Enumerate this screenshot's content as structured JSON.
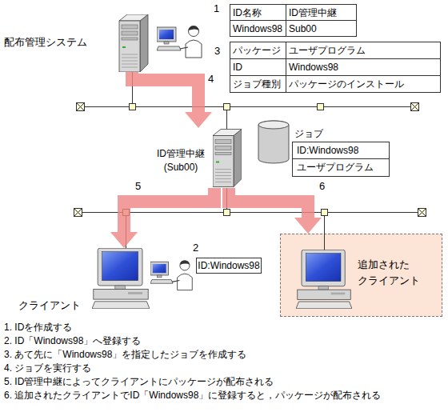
{
  "diagram": {
    "nodes": [
      {
        "text": [
          "配布管理システム"
        ]
      },
      {
        "text": [
          "ID管理中継 (Sub00)"
        ]
      },
      {
        "text": [
          "ジョブ"
        ]
      },
      {
        "text": [
          "ID:Windows98",
          "ユーザプログラム"
        ]
      },
      {
        "text": [
          "クライアント"
        ]
      },
      {
        "text": [
          "ID:Windows98"
        ]
      },
      {
        "text": [
          "追加された クライアント"
        ]
      }
    ],
    "edges": [
      {
        "from": 0,
        "to": 1,
        "arrow": "to",
        "label": "4"
      },
      {
        "from": 1,
        "to": 4,
        "arrow": "to",
        "label": "5"
      },
      {
        "from": 1,
        "to": 6,
        "arrow": "to",
        "label": "6"
      }
    ],
    "labels": [
      "1",
      "ID名称",
      "ID管理中継",
      "Windows98",
      "Sub00",
      "3",
      "パッケージ",
      "ユーザプログラム",
      "ID",
      "Windows98",
      "ジョブ種別",
      "パッケージのインストール",
      "2",
      "1. IDを作成する",
      "2. ID「Windows98」へ登録する",
      "3. あて先に「Windows98」を指定したジョブを作成する",
      "4. ジョブを実行する",
      "5. ID管理中継によってクライアントにパッケージが配布される",
      "6. 追加されたクライアントでID「Windows98」に登録すると，パッケージが配布される"
    ]
  }
}
